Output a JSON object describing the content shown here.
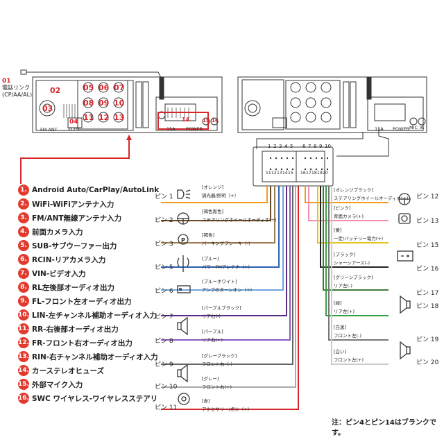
{
  "phone_link": {
    "num": "01",
    "line1": "電話リンク",
    "line2": "(CP/AA/AL)"
  },
  "unit_labels": {
    "fm_ant": "FM ANT",
    "video": "VIDEO",
    "fuse": "15A",
    "power": "POWER",
    "mic": "MIC",
    "ir": "IR",
    "mic2": "MIC",
    "ir2": "IR"
  },
  "unit_numbers": [
    "02",
    "03",
    "04",
    "05",
    "06",
    "07",
    "08",
    "09",
    "10",
    "11",
    "12",
    "13",
    "14",
    "15",
    "16"
  ],
  "connector_top": [
    "1",
    "2",
    "3",
    "4",
    "5",
    "6",
    "7",
    "8",
    "9",
    "10"
  ],
  "connector_bottom": [
    "11",
    "12",
    "13",
    "14",
    "15",
    "16",
    "17",
    "18",
    "19",
    "20"
  ],
  "legend": [
    {
      "num": "1.",
      "text": "Android Auto/CarPlay/AutoLink"
    },
    {
      "num": "2.",
      "text": "WiFi-WiFiアンテナ入力"
    },
    {
      "num": "3.",
      "text": "FM/ANT無線アンテナ入力"
    },
    {
      "num": "4.",
      "text": "前面カメラ入力"
    },
    {
      "num": "5.",
      "text": "SUB-サブウーファー出力"
    },
    {
      "num": "6.",
      "text": "RCIN-リアカメラ入力"
    },
    {
      "num": "7.",
      "text": "VIN-ビデオ入力"
    },
    {
      "num": "8.",
      "text": "RL左後部オーディオ出力"
    },
    {
      "num": "9.",
      "text": "FL-フロント左オーディオ出力"
    },
    {
      "num": "10.",
      "text": "LIN-左チャンネル補助オーディオ入力"
    },
    {
      "num": "11.",
      "text": "RR-右後部オーディオ出力"
    },
    {
      "num": "12.",
      "text": "FR-フロント右オーディオ出力"
    },
    {
      "num": "13.",
      "text": "RIN-右チャンネル補助オーディオ入力"
    },
    {
      "num": "14.",
      "text": "カーステレオヒューズ"
    },
    {
      "num": "15.",
      "text": "外部マイク入力"
    },
    {
      "num": "16.",
      "text": "SWC ワイヤレス-ワイヤレスステアリ"
    }
  ],
  "left_pins": [
    {
      "pin": "ピン 1",
      "color": "[オレンジ]",
      "desc": "調光器/照明（+）"
    },
    {
      "pin": "ピン 2",
      "color": "[褐色黒色]",
      "desc": "ステアリングホイールオーディオ(+)"
    },
    {
      "pin": "ピン 3",
      "color": "[褐色]",
      "desc": "パーキングブレーキ（-）"
    },
    {
      "pin": "ピン 5",
      "color": "[ブルー]",
      "desc": "パワーFMアンテナ（+）"
    },
    {
      "pin": "ピン 6",
      "color": "[ブルーホワイト]",
      "desc": "アンプのターンオン（+）"
    },
    {
      "pin": "ピン 7",
      "color": "[パープルブラック]",
      "desc": "リア右(-)"
    },
    {
      "pin": "ピン 8",
      "color": "[パープル]",
      "desc": "リア右(+)"
    },
    {
      "pin": "ピン 9",
      "color": "[グレーブラック]",
      "desc": "フロント右（-）"
    },
    {
      "pin": "ピン 10",
      "color": "[グレー]",
      "desc": "フロント右(+)"
    },
    {
      "pin": "ピン 11",
      "color": "[赤]",
      "desc": "アクセサリー/点火（+）"
    }
  ],
  "right_pins": [
    {
      "pin": "ピン 12",
      "color": "[オレンジブラック]",
      "desc": "ステアリングホイールオーディオ(+)"
    },
    {
      "pin": "ピン 13",
      "color": "[ピンク]",
      "desc": "背面カメラ(+)"
    },
    {
      "pin": "ピン 15",
      "color": "[黄]",
      "desc": "一定/バッテリー電力(+)"
    },
    {
      "pin": "ピン 16",
      "color": "[ブラック]",
      "desc": "シャーシアース(-)"
    },
    {
      "pin": "ピン 17",
      "color": "[グリーンブラック]",
      "desc": "リア左(-)"
    },
    {
      "pin": "ピン 18",
      "color": "[緑]",
      "desc": "リア左(+)"
    },
    {
      "pin": "ピン 19",
      "color": "[白黒]",
      "desc": "フロント左(-)"
    },
    {
      "pin": "ピン 20",
      "color": "[白い]",
      "desc": "フロント左(+)"
    }
  ],
  "note": "注：ピン4とピン14はブランクです。",
  "colors": {
    "accent": "#d8262b",
    "badge": "#e23b2e"
  }
}
